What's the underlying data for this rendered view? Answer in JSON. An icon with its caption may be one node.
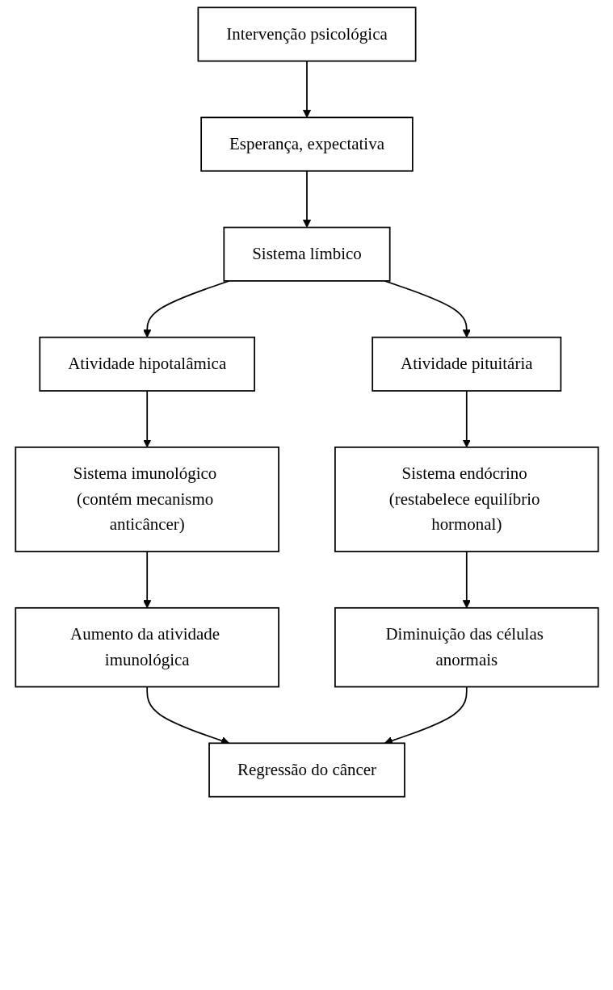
{
  "diagram": {
    "nodes": [
      {
        "text": [
          "Intervenção psicológica"
        ]
      },
      {
        "text": [
          "Esperança, expectativa"
        ]
      },
      {
        "text": [
          "Sistema límbico"
        ]
      },
      {
        "text": [
          "Atividade hipotalâmica"
        ]
      },
      {
        "text": [
          "Atividade pituitária"
        ]
      },
      {
        "text": [
          "Sistema imunológico (contém mecanismo anticâncer)"
        ]
      },
      {
        "text": [
          "Sistema endócrino (restabelece equilíbrio hormonal)"
        ]
      },
      {
        "text": [
          "Aumento da atividade imunológica"
        ]
      },
      {
        "text": [
          "Diminuição das células anormais"
        ]
      },
      {
        "text": [
          "Regressão do câncer"
        ]
      }
    ],
    "edges": [
      {
        "from": 0,
        "to": 1,
        "arrow": "to"
      },
      {
        "from": 1,
        "to": 2,
        "arrow": "to"
      },
      {
        "from": 2,
        "to": 3,
        "arrow": "to"
      },
      {
        "from": 2,
        "to": 4,
        "arrow": "to"
      },
      {
        "from": 3,
        "to": 5,
        "arrow": "to"
      },
      {
        "from": 4,
        "to": 6,
        "arrow": "to"
      },
      {
        "from": 5,
        "to": 7,
        "arrow": "to"
      },
      {
        "from": 6,
        "to": 8,
        "arrow": "to"
      },
      {
        "from": 7,
        "to": 9,
        "arrow": "to"
      },
      {
        "from": 8,
        "to": 9,
        "arrow": "to"
      }
    ]
  }
}
